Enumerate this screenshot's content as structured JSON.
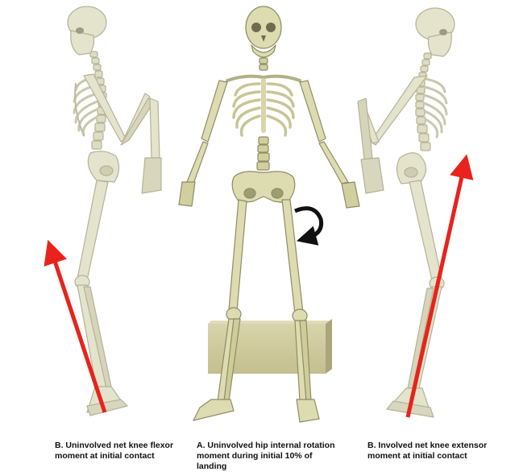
{
  "captions": {
    "left": [
      "B. Uninvolved net knee flexor",
      "moment at initial contact"
    ],
    "center": [
      "A. Uninvolved hip internal rotation",
      "moment during initial 10% of",
      "landing"
    ],
    "right": [
      "B. Involved net knee extensor",
      "moment at initial contact"
    ]
  },
  "colors": {
    "bone": "#e2e1c6",
    "bone_front": "#dcdcae",
    "bone_shadow": "#9e9c7e",
    "arrow": "#e8231b",
    "rotation_arrow": "#111111",
    "box": "#c9c494"
  }
}
